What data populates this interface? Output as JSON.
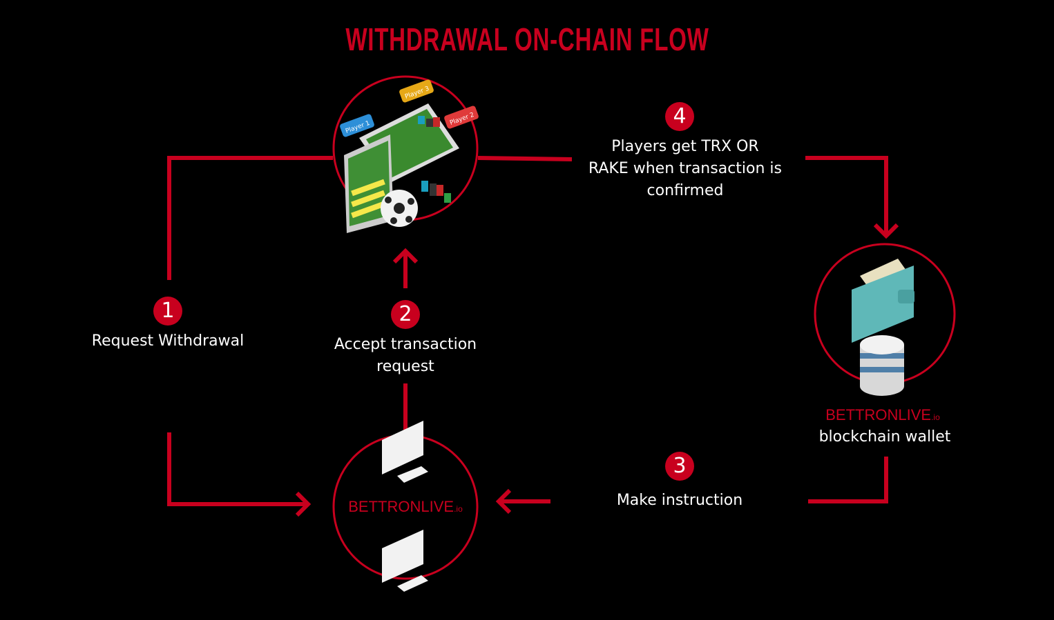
{
  "title": "WITHDRAWAL ON-CHAIN FLOW",
  "colors": {
    "accent": "#c8001e",
    "background": "#000000",
    "text": "#ffffff"
  },
  "steps": [
    {
      "number": "1",
      "label_lines": [
        "Request Withdrawal"
      ]
    },
    {
      "number": "2",
      "label_lines": [
        "Accept transaction",
        "request"
      ]
    },
    {
      "number": "3",
      "label_lines": [
        "Make instruction"
      ]
    },
    {
      "number": "4",
      "label_lines": [
        "Players get TRX OR",
        "RAKE when transaction is",
        "confirmed"
      ]
    }
  ],
  "nodes": {
    "game_platform": {
      "icon": "betting-game-devices-illustration",
      "badges": [
        "Player 1",
        "Player 2",
        "Player 3"
      ]
    },
    "server": {
      "icon": "desktop-monitors-icon",
      "logo": "BETTRONLIVE",
      "logo_suffix": ".io"
    },
    "wallet": {
      "icon": "wallet-coins-icon",
      "logo": "BETTRONLIVE",
      "logo_suffix": ".io",
      "label": "blockchain wallet"
    }
  }
}
